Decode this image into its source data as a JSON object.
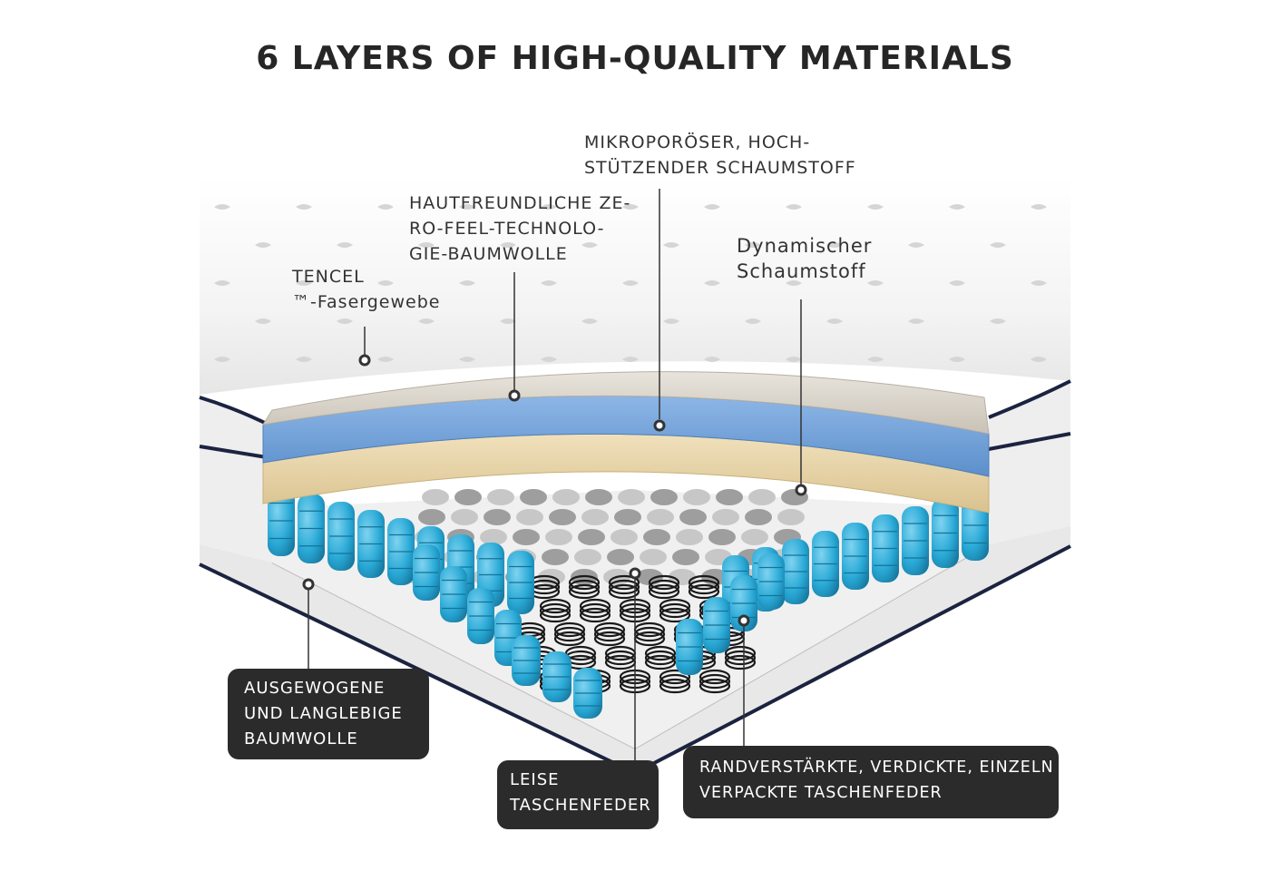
{
  "title": "6 LAYERS OF HIGH-QUALITY MATERIALS",
  "labels": {
    "tencel": [
      "TENCEL",
      "™-Fasergewebe"
    ],
    "cotton_top": [
      "HAUTFREUNDLICHE ZE-",
      "RO-FEEL-TECHNOLO-",
      "GIE-BAUMWOLLE"
    ],
    "microporous": [
      "MIKROPORÖSER, HOCH-",
      "STÜTZENDER SCHAUMSTOFF"
    ],
    "dynamic_foam": [
      "Dynamischer",
      "Schaumstoff"
    ]
  },
  "callouts": {
    "balanced_cotton": [
      "AUSGEWOGENE",
      "UND LANGLEBIGE",
      "BAUMWOLLE"
    ],
    "quiet_springs": [
      "LEISE",
      "TASCHENFEDER"
    ],
    "edge_springs": [
      "RANDVERSTÄRKTE, VERDICKTE, EINZELN",
      "VERPACKTE TASCHENFEDER"
    ]
  },
  "colors": {
    "title": "#262626",
    "mattress_cover": "#f4f4f4",
    "top_layer": "#d8d2c8",
    "memory_foam": "#6f9fd6",
    "dynamic_foam": "#e6d3a8",
    "pocket_springs": "#29a9d6",
    "piping": "#1c2340",
    "callout_box": "#2b2b2b"
  }
}
